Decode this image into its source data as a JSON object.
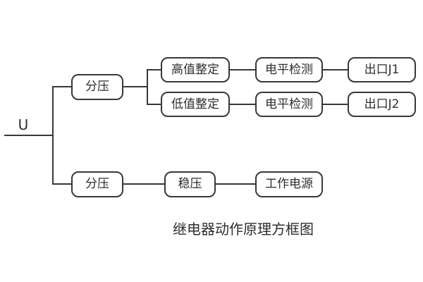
{
  "diagram": {
    "input_label": "U",
    "caption": "继电器动作原理方框图",
    "boxes": [
      {
        "id": "voltage-divider-top",
        "label": "分压"
      },
      {
        "id": "high-value-setting",
        "label": "高值整定"
      },
      {
        "id": "level-detection-1",
        "label": "电平检测"
      },
      {
        "id": "outlet-j1",
        "label": "出口J1"
      },
      {
        "id": "low-value-setting",
        "label": "低值整定"
      },
      {
        "id": "level-detection-2",
        "label": "电平检测"
      },
      {
        "id": "outlet-j2",
        "label": "出口J2"
      },
      {
        "id": "voltage-divider-bottom",
        "label": "分压"
      },
      {
        "id": "voltage-regulator",
        "label": "稳压"
      },
      {
        "id": "working-power-supply",
        "label": "工作电源"
      }
    ],
    "colors": {
      "line": "#3a3835",
      "text": "#2f2d2a",
      "background": "#ffffff"
    }
  }
}
